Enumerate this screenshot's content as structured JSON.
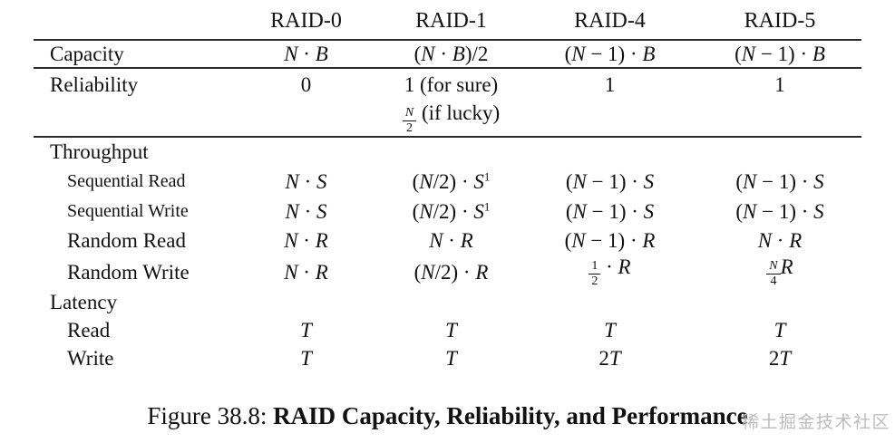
{
  "table": {
    "columns": [
      "",
      "RAID-0",
      "RAID-1",
      "RAID-4",
      "RAID-5"
    ],
    "rows": [
      {
        "id": "capacity",
        "label": "Capacity",
        "type": "data",
        "rule_below": true,
        "cells": [
          "N · B",
          "(N · B)/2",
          "(N − 1) · B",
          "(N − 1) · B"
        ]
      },
      {
        "id": "reliability",
        "label": "Reliability",
        "type": "data",
        "rule_below": true,
        "cells": [
          "0",
          "1 (for sure)\n{N/2} (if lucky)",
          "1",
          "1"
        ]
      },
      {
        "id": "throughput",
        "label": "Throughput",
        "type": "section",
        "rule_below": false,
        "cells": [
          "",
          "",
          "",
          ""
        ]
      },
      {
        "id": "sequential-read",
        "label": "Sequential Read",
        "type": "sub-small",
        "rule_below": false,
        "cells": [
          "N · S",
          "(N/2) · S^1",
          "(N − 1) · S",
          "(N − 1) · S"
        ]
      },
      {
        "id": "sequential-write",
        "label": "Sequential Write",
        "type": "sub-small",
        "rule_below": false,
        "cells": [
          "N · S",
          "(N/2) · S^1",
          "(N − 1) · S",
          "(N − 1) · S"
        ]
      },
      {
        "id": "random-read",
        "label": "Random Read",
        "type": "sub",
        "rule_below": false,
        "cells": [
          "N · R",
          "N · R",
          "(N − 1) · R",
          "N · R"
        ]
      },
      {
        "id": "random-write",
        "label": "Random Write",
        "type": "sub",
        "rule_below": false,
        "cells": [
          "N · R",
          "(N/2) · R",
          "{1/2} · R",
          "{N/4}R"
        ]
      },
      {
        "id": "latency",
        "label": "Latency",
        "type": "section",
        "rule_below": false,
        "cells": [
          "",
          "",
          "",
          ""
        ]
      },
      {
        "id": "read",
        "label": "Read",
        "type": "sub",
        "rule_below": false,
        "cells": [
          "T",
          "T",
          "T",
          "T"
        ]
      },
      {
        "id": "write",
        "label": "Write",
        "type": "sub",
        "rule_below": false,
        "cells": [
          "T",
          "T",
          "2T",
          "2T"
        ]
      }
    ]
  },
  "caption": {
    "prefix": "Figure 38.8: ",
    "title": "RAID Capacity, Reliability, and Performance"
  },
  "watermark": {
    "text": "稀土掘金技术社区"
  },
  "colors": {
    "background": "#ffffff",
    "text": "#111111",
    "rule": "#2b2b2b",
    "watermark": "#bcbcbc"
  }
}
